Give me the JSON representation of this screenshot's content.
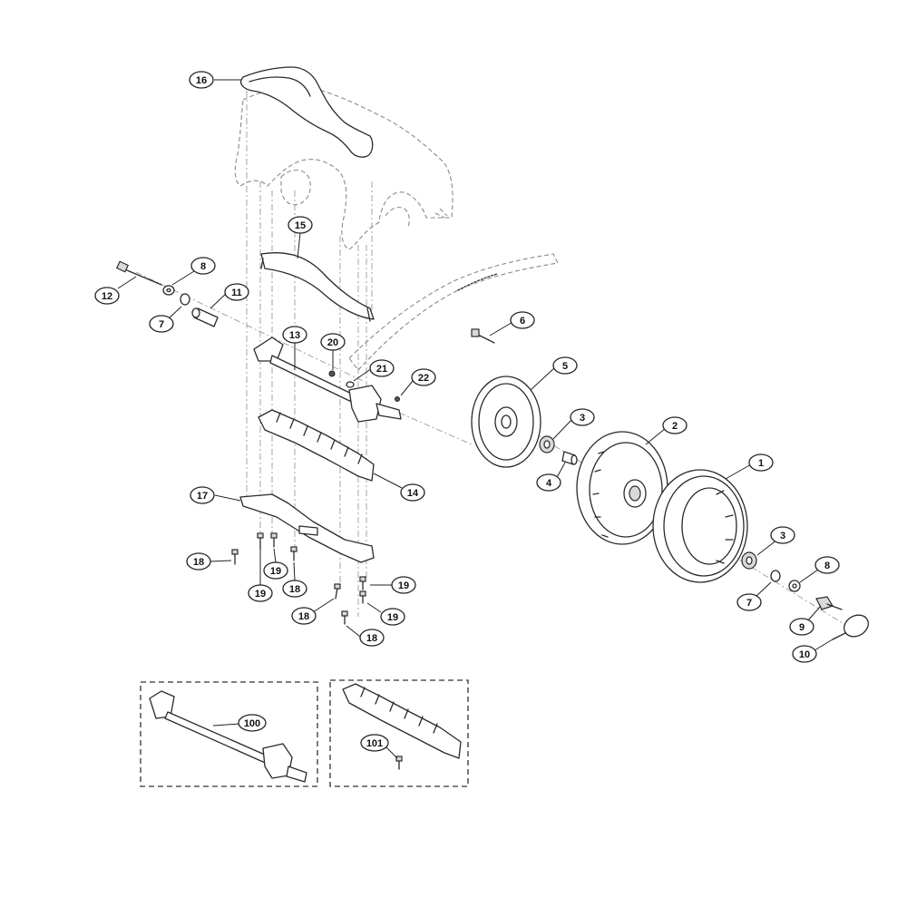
{
  "diagram": {
    "callouts": [
      {
        "id": "c1",
        "label": "1"
      },
      {
        "id": "c2",
        "label": "2"
      },
      {
        "id": "c3a",
        "label": "3"
      },
      {
        "id": "c3b",
        "label": "3"
      },
      {
        "id": "c4",
        "label": "4"
      },
      {
        "id": "c5",
        "label": "5"
      },
      {
        "id": "c6",
        "label": "6"
      },
      {
        "id": "c7a",
        "label": "7"
      },
      {
        "id": "c7b",
        "label": "7"
      },
      {
        "id": "c8a",
        "label": "8"
      },
      {
        "id": "c8b",
        "label": "8"
      },
      {
        "id": "c9",
        "label": "9"
      },
      {
        "id": "c10",
        "label": "10"
      },
      {
        "id": "c11",
        "label": "11"
      },
      {
        "id": "c12",
        "label": "12"
      },
      {
        "id": "c13",
        "label": "13"
      },
      {
        "id": "c14",
        "label": "14"
      },
      {
        "id": "c15",
        "label": "15"
      },
      {
        "id": "c16",
        "label": "16"
      },
      {
        "id": "c17",
        "label": "17"
      },
      {
        "id": "c18a",
        "label": "18"
      },
      {
        "id": "c18b",
        "label": "18"
      },
      {
        "id": "c18c",
        "label": "18"
      },
      {
        "id": "c18d",
        "label": "18"
      },
      {
        "id": "c19a",
        "label": "19"
      },
      {
        "id": "c19b",
        "label": "19"
      },
      {
        "id": "c19c",
        "label": "19"
      },
      {
        "id": "c19d",
        "label": "19"
      },
      {
        "id": "c20",
        "label": "20"
      },
      {
        "id": "c21",
        "label": "21"
      },
      {
        "id": "c22",
        "label": "22"
      },
      {
        "id": "c100",
        "label": "100"
      },
      {
        "id": "c101",
        "label": "101"
      }
    ]
  }
}
